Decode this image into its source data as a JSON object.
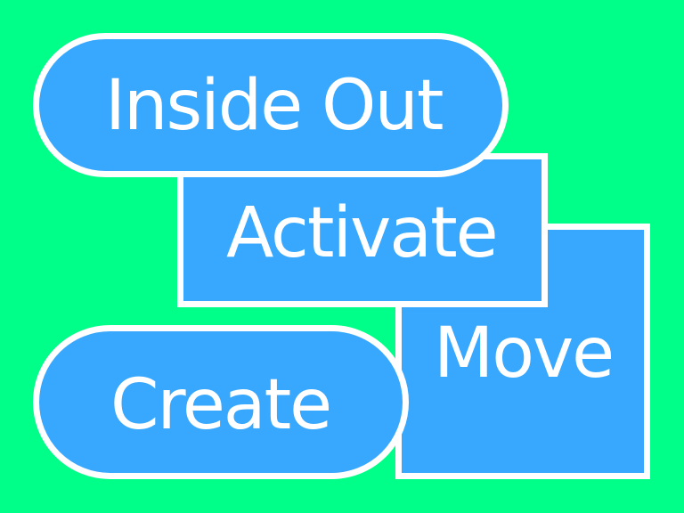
{
  "colors": {
    "background": "#00FF88",
    "shape_fill": "#38A8FF",
    "outline_and_text": "#FFFFFF"
  },
  "labels": {
    "inside_out": "Inside Out",
    "activate": "Activate",
    "move": "Move",
    "create": "Create"
  }
}
